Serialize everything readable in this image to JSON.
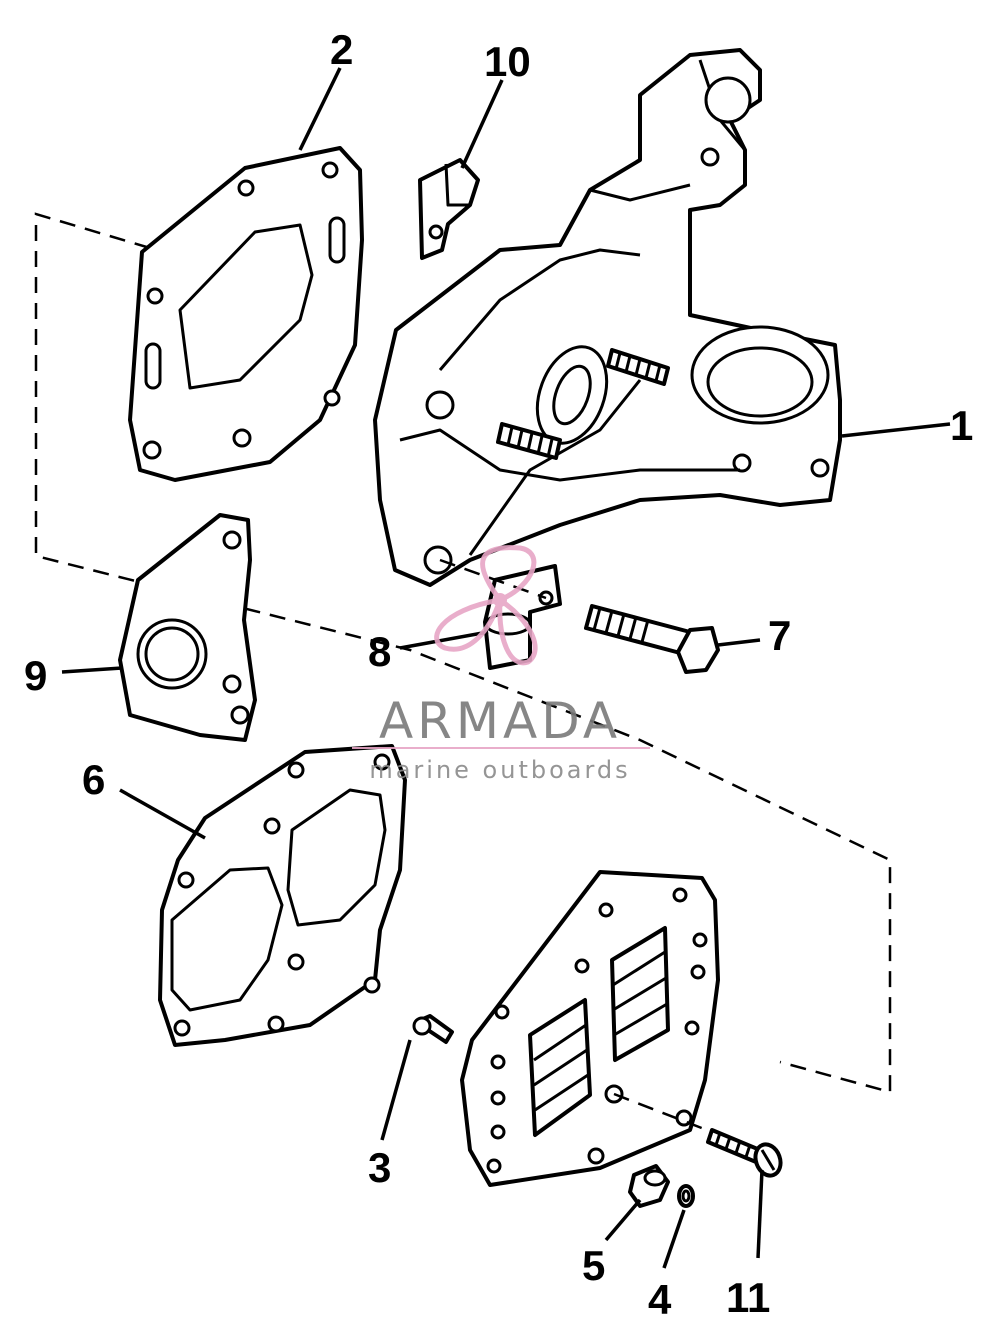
{
  "callouts": [
    {
      "id": "1",
      "label": "1"
    },
    {
      "id": "2",
      "label": "2"
    },
    {
      "id": "3",
      "label": "3"
    },
    {
      "id": "4",
      "label": "4"
    },
    {
      "id": "5",
      "label": "5"
    },
    {
      "id": "6",
      "label": "6"
    },
    {
      "id": "7",
      "label": "7"
    },
    {
      "id": "8",
      "label": "8"
    },
    {
      "id": "9",
      "label": "9"
    },
    {
      "id": "10",
      "label": "10"
    },
    {
      "id": "11",
      "label": "11"
    }
  ],
  "watermark": {
    "brand": "ARMADA",
    "tagline": "marine outboards",
    "color": "#e7a6c6"
  }
}
